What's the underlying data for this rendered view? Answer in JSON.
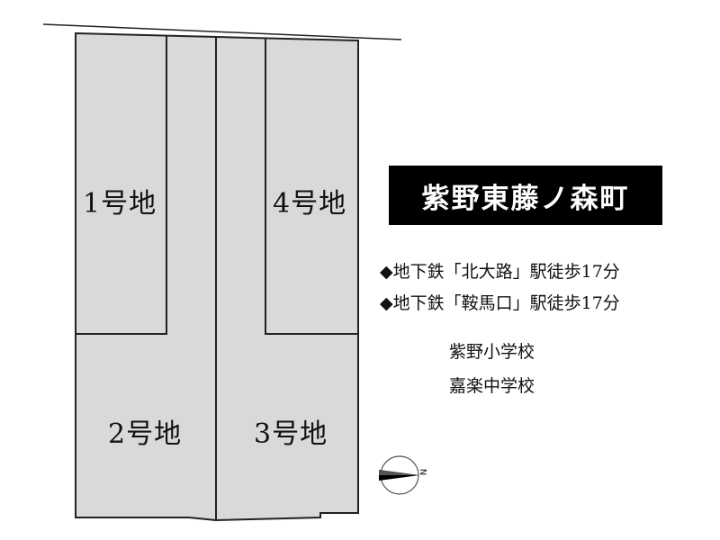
{
  "title": "紫野東藤ノ森町",
  "lots": [
    {
      "label": "1号地"
    },
    {
      "label": "2号地"
    },
    {
      "label": "3号地"
    },
    {
      "label": "4号地"
    }
  ],
  "access": [
    "◆地下鉄「北大路」駅徒歩17分",
    "◆地下鉄「鞍馬口」駅徒歩17分"
  ],
  "schools": [
    "紫野小学校",
    "嘉楽中学校"
  ],
  "compass": {
    "label": "N"
  },
  "colors": {
    "lot_fill": "#d9d9d9",
    "outline": "#222222",
    "title_bg": "#000000",
    "title_text": "#ffffff"
  }
}
